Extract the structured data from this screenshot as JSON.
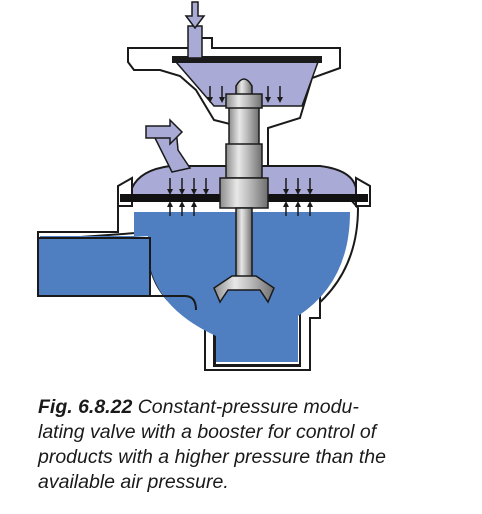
{
  "figure": {
    "label": "Fig. 6.8.22",
    "caption_lines": [
      "Constant-pressure modu-",
      "lating valve with a booster for control of",
      "products with a higher pressure than the",
      "available air pressure."
    ]
  },
  "colors": {
    "product": "#4f7fc0",
    "air": "#a9abd6",
    "body": "#ffffff",
    "outline": "#1a1a1a",
    "steel": "#c8c8c8",
    "diaphragm": "#111111"
  }
}
